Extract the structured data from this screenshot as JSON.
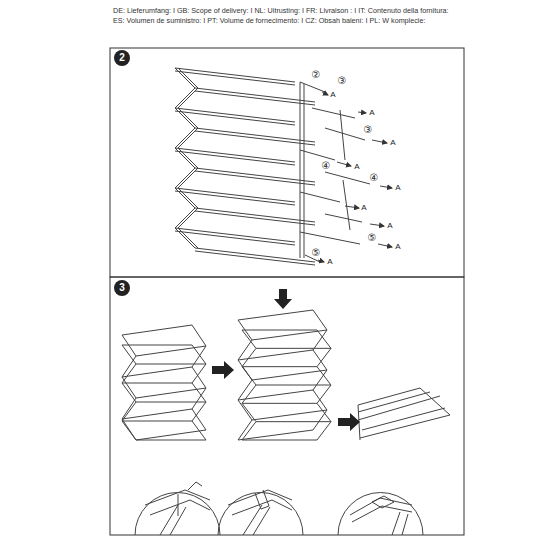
{
  "diagram": {
    "nodes": [
      {
        "text": [
          "2"
        ]
      },
      {
        "text": [
          "3"
        ]
      }
    ],
    "labels": [
      "DE: Lieferumfang: I GB: Scope of delivery: I NL: Uitrusting: I FR: Livraison : I IT: Contenuto della fornitura:",
      "ES: Volumen de suministro: I PT: Volume de fornecimento: I CZ: Obsah balení: I PL: W komplecie:",
      "②",
      "③",
      "A",
      "A",
      "③",
      "A",
      "④",
      "A",
      "④",
      "A",
      "A",
      "⑤",
      "A",
      "A",
      "⑤",
      "A"
    ]
  }
}
